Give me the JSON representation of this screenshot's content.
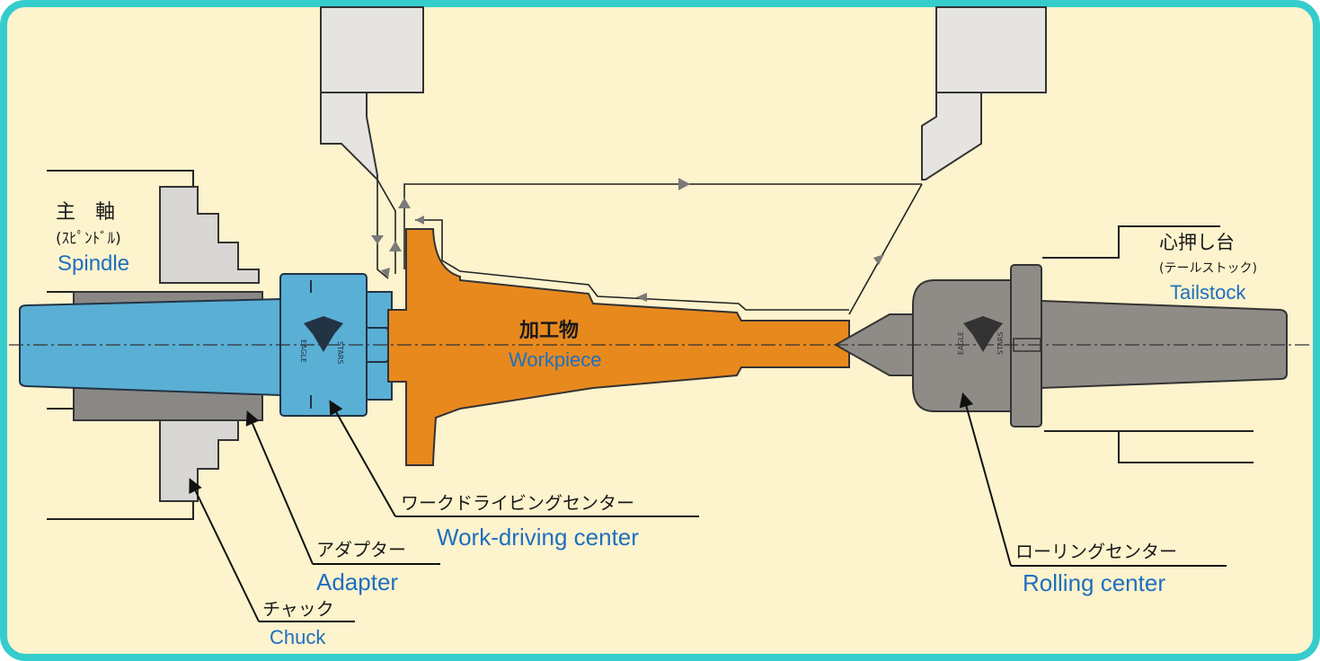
{
  "colors": {
    "background": "#fdf3cd",
    "border": "#35cccc",
    "spindle": "#5aafd5",
    "adapter": "#5aafd5",
    "workpiece": "#e8891e",
    "tailstock": "#8f8c87",
    "chuck": "#d9d7d3",
    "label_blue": "#1e6fc0",
    "line": "#222222",
    "arrow": "#7a7a7a"
  },
  "labels": {
    "spindle_jp": "主　軸",
    "spindle_jp_sub": "(ｽﾋﾟﾝﾄﾞﾙ)",
    "spindle_en": "Spindle",
    "tailstock_jp": "心押し台",
    "tailstock_jp_sub": "(テールストック)",
    "tailstock_en": "Tailstock",
    "workpiece_jp": "加工物",
    "workpiece_en": "Workpiece",
    "work_driving_jp": "ワークドライビングセンター",
    "work_driving_en": "Work-driving center",
    "adapter_jp": "アダプター",
    "adapter_en": "Adapter",
    "chuck_jp": "チャック",
    "chuck_en": "Chuck",
    "rolling_jp": "ローリングセンター",
    "rolling_en": "Rolling center",
    "logo_eagle": "EAGLE",
    "logo_stars": "STARS"
  }
}
